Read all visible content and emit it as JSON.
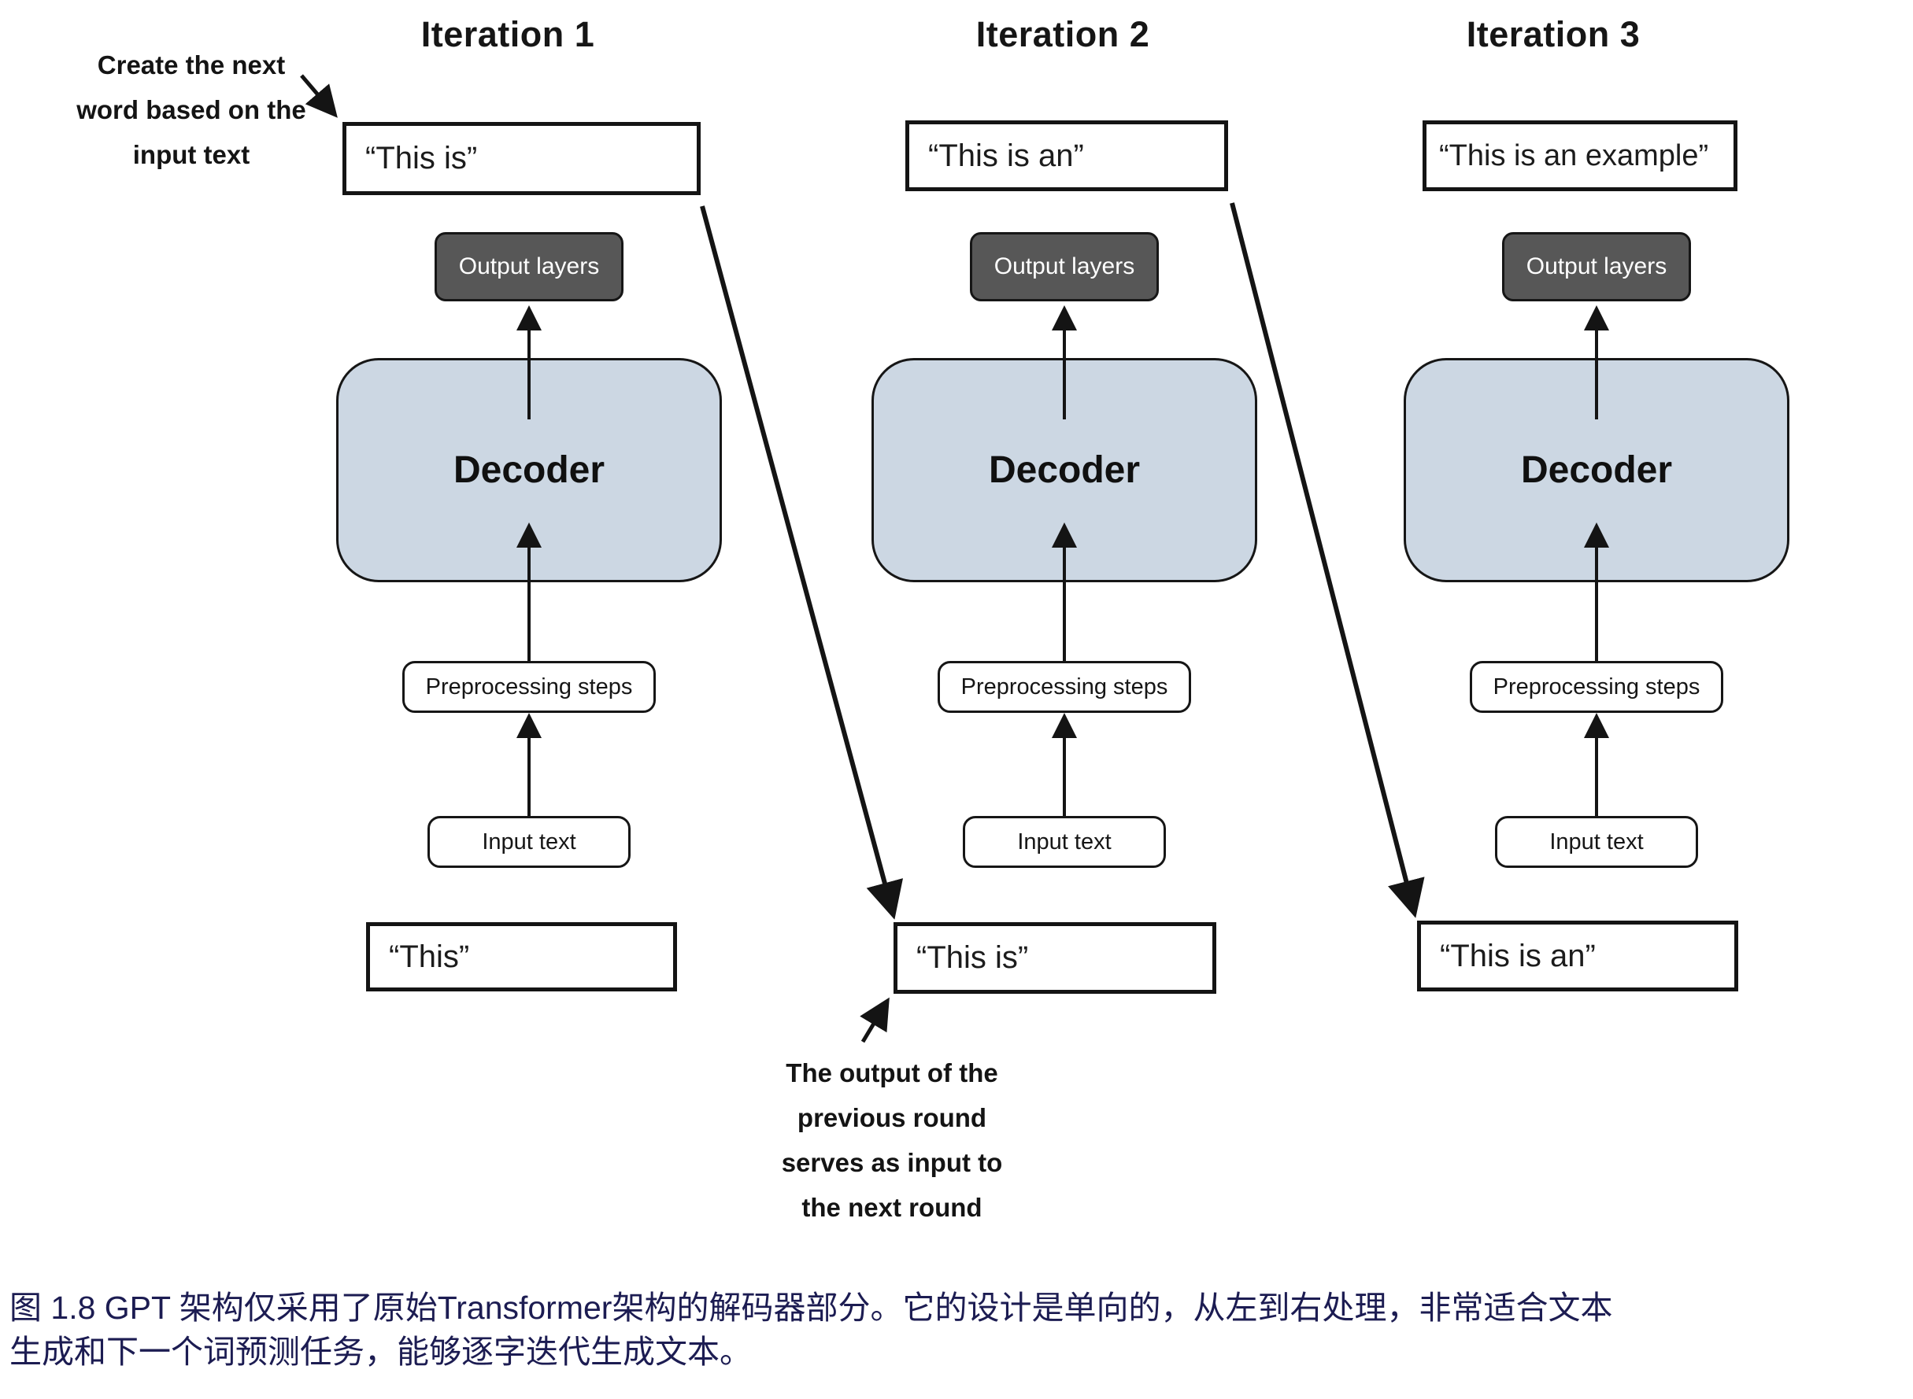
{
  "figure": {
    "columns": [
      {
        "title": "Iteration 1",
        "generated_text": "“This is”",
        "output_layers_label": "Output layers",
        "decoder_label": "Decoder",
        "preprocessing_label": "Preprocessing steps",
        "input_label": "Input text",
        "prompt_text": "“This”"
      },
      {
        "title": "Iteration 2",
        "generated_text": "“This is an”",
        "output_layers_label": "Output layers",
        "decoder_label": "Decoder",
        "preprocessing_label": "Preprocessing steps",
        "input_label": "Input text",
        "prompt_text": "“This is”"
      },
      {
        "title": "Iteration 3",
        "generated_text": "“This is an example”",
        "output_layers_label": "Output layers",
        "decoder_label": "Decoder",
        "preprocessing_label": "Preprocessing steps",
        "input_label": "Input text",
        "prompt_text": "“This is an”"
      }
    ],
    "annotations": {
      "create_next": {
        "lines": [
          "Create the next",
          "word based on the",
          "input text"
        ]
      },
      "output_loop": {
        "lines": [
          "The output of the",
          "previous round",
          "serves as input to",
          "the next round"
        ]
      }
    },
    "caption": {
      "line1": "图 1.8  GPT 架构仅采用了原始Transformer架构的解码器部分。它的设计是单向的，从左到右处理，非常适合文本",
      "line2": "生成和下一个词预测任务，能够逐字迭代生成文本。"
    },
    "colors": {
      "decoder_fill": "#ccd7e3",
      "output_layers_fill": "#575757",
      "caption_color": "#1c1c52"
    }
  }
}
